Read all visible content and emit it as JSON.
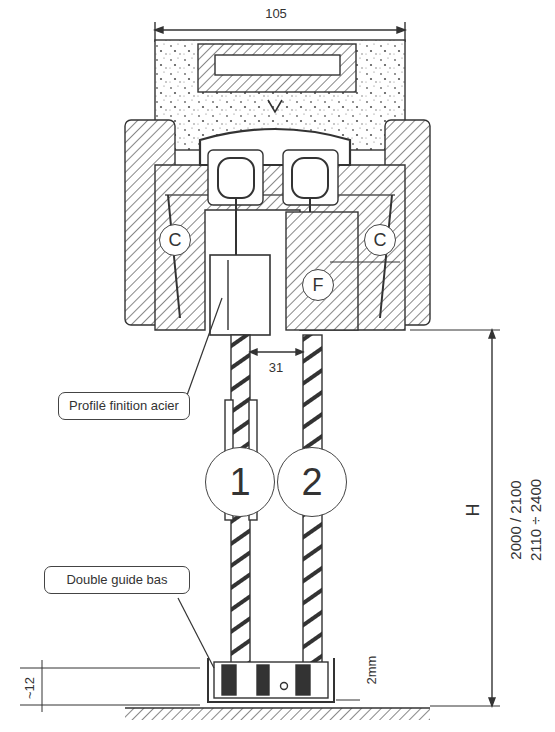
{
  "diagram": {
    "nodes": [
      {
        "text": [
          "C"
        ]
      },
      {
        "text": [
          "C"
        ]
      },
      {
        "text": [
          "F"
        ]
      },
      {
        "text": [
          "Profilé finition acier"
        ]
      },
      {
        "text": [
          "1"
        ]
      },
      {
        "text": [
          "2"
        ]
      },
      {
        "text": [
          "Double guide bas"
        ]
      }
    ],
    "labels": [
      "105",
      "31",
      "H",
      "2000 / 2100",
      "2110 ÷ 2400",
      "2mm",
      "~12"
    ]
  }
}
